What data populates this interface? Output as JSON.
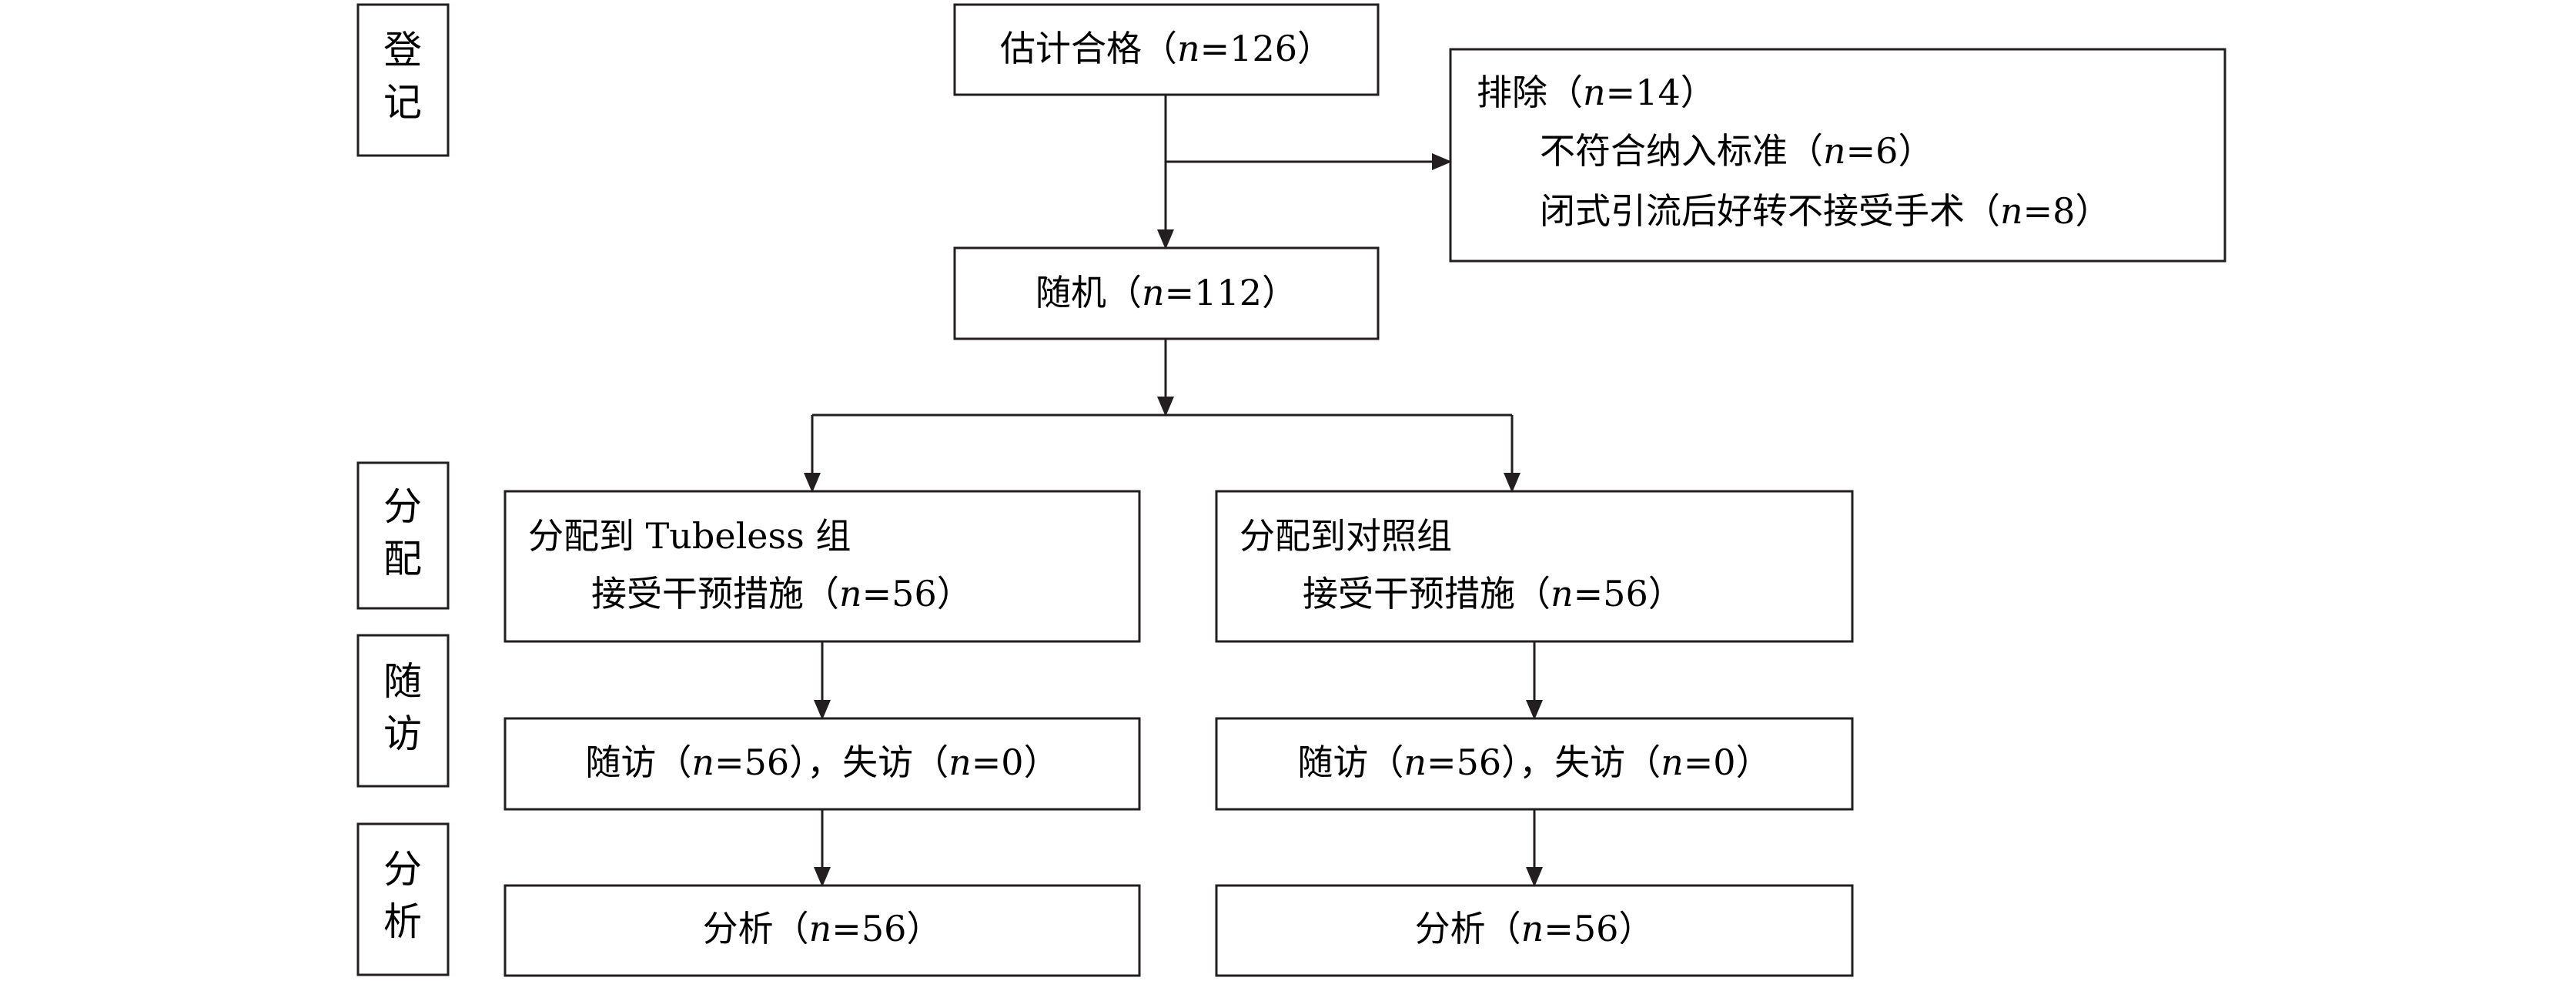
{
  "stages": {
    "enrollment": [
      "登",
      "记"
    ],
    "allocation": [
      "分",
      "配"
    ],
    "followup": [
      "随",
      "访"
    ],
    "analysis": [
      "分",
      "析"
    ]
  },
  "nodes": {
    "assessed": {
      "text": "估计合格（n=126）",
      "pre": "估计合格（",
      "n": "n",
      "post": "=126）"
    },
    "excluded": {
      "title": {
        "pre": "排除（",
        "n": "n",
        "post": "=14）"
      },
      "line1": {
        "pre": "不符合纳入标准（",
        "n": "n",
        "post": "=6）"
      },
      "line2": {
        "pre": "闭式引流后好转不接受手术（",
        "n": "n",
        "post": "=8）"
      }
    },
    "randomized": {
      "pre": "随机（",
      "n": "n",
      "post": "=112）"
    },
    "tubeless_alloc": {
      "line1": "分配到 Tubeless 组",
      "line2": {
        "pre": "接受干预措施（",
        "n": "n",
        "post": "=56）"
      }
    },
    "control_alloc": {
      "line1": "分配到对照组",
      "line2": {
        "pre": "接受干预措施（",
        "n": "n",
        "post": "=56）"
      }
    },
    "tubeless_follow": {
      "pre": "随访（",
      "n": "n",
      "mid": "=56），失访（",
      "n2": "n",
      "post": "=0）"
    },
    "control_follow": {
      "pre": "随访（",
      "n": "n",
      "mid": "=56），失访（",
      "n2": "n",
      "post": "=0）"
    },
    "tubeless_analysis": {
      "pre": "分析（",
      "n": "n",
      "post": "=56）"
    },
    "control_analysis": {
      "pre": "分析（",
      "n": "n",
      "post": "=56）"
    }
  }
}
